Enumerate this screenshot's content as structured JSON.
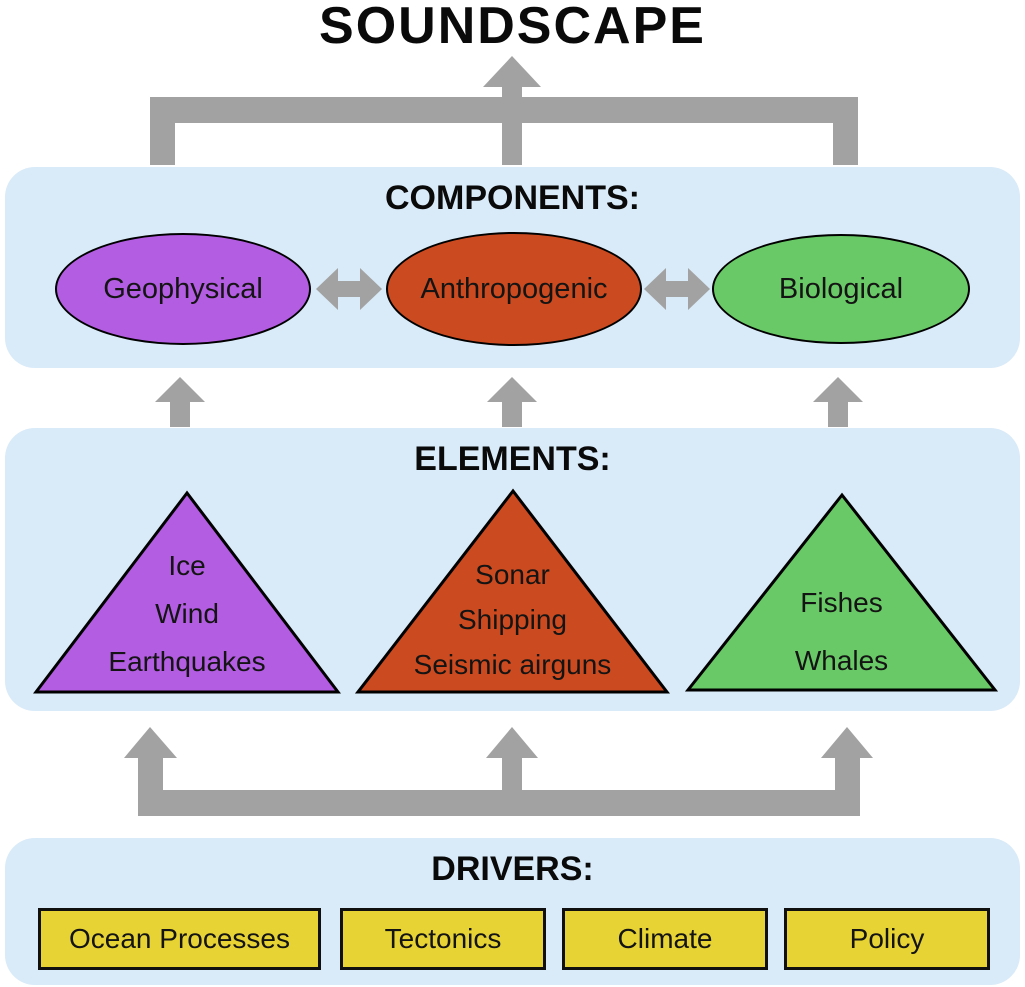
{
  "title": "SOUNDSCAPE",
  "colors": {
    "panel": "#d9eaf8",
    "arrow": "#a2a2a2",
    "purple": "#b35de2",
    "red": "#cb4a1f",
    "green": "#69c966",
    "yellow": "#e7d434"
  },
  "components": {
    "heading": "COMPONENTS:",
    "items": [
      {
        "label": "Geophysical",
        "color": "#b35de2"
      },
      {
        "label": "Anthropogenic",
        "color": "#cb4a1f"
      },
      {
        "label": "Biological",
        "color": "#69c966"
      }
    ]
  },
  "elements": {
    "heading": "ELEMENTS:",
    "items": [
      {
        "color": "#b35de2",
        "lines": [
          "Ice",
          "Wind",
          "Earthquakes"
        ]
      },
      {
        "color": "#cb4a1f",
        "lines": [
          "Sonar",
          "Shipping",
          "Seismic airguns"
        ]
      },
      {
        "color": "#69c966",
        "lines": [
          "Fishes",
          "Whales"
        ]
      }
    ]
  },
  "drivers": {
    "heading": "DRIVERS:",
    "items": [
      {
        "label": "Ocean Processes",
        "color": "#e7d434"
      },
      {
        "label": "Tectonics",
        "color": "#e7d434"
      },
      {
        "label": "Climate",
        "color": "#e7d434"
      },
      {
        "label": "Policy",
        "color": "#e7d434"
      }
    ]
  }
}
